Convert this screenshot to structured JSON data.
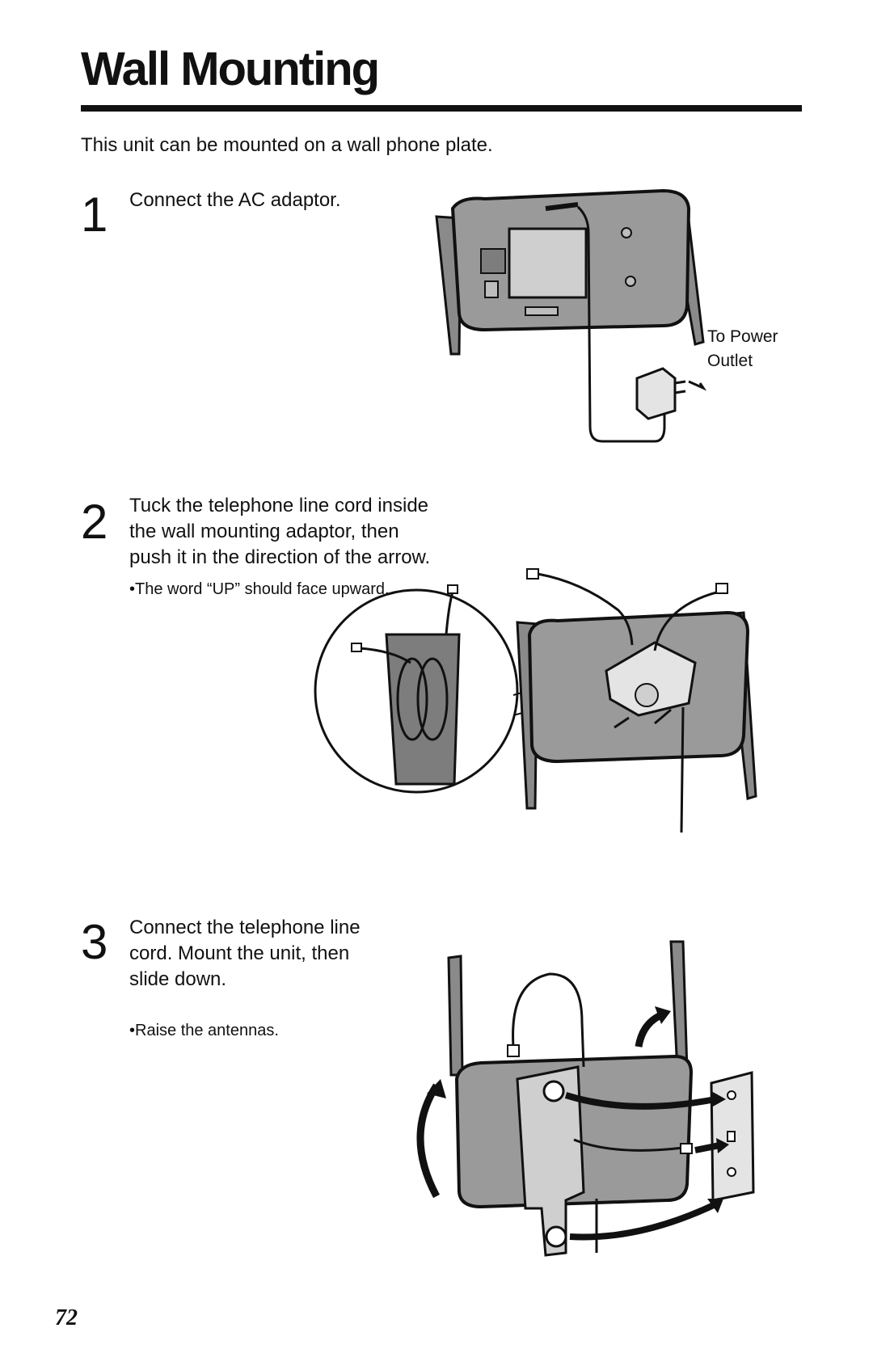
{
  "page": {
    "title": "Wall Mounting",
    "intro": "This unit can be mounted on a wall phone plate.",
    "page_number": "72"
  },
  "steps": [
    {
      "number": "1",
      "text": "Connect the AC adaptor.",
      "labels": [
        "To Power",
        "Outlet"
      ]
    },
    {
      "number": "2",
      "lines": [
        "Tuck the telephone line cord inside",
        "the wall mounting adaptor, then",
        "push it in the direction of the arrow."
      ],
      "note": "•The word “UP” should face upward."
    },
    {
      "number": "3",
      "lines": [
        "Connect the telephone line",
        "cord. Mount the unit, then",
        "slide down."
      ],
      "note": "•Raise the antennas."
    }
  ],
  "colors": {
    "ink": "#111111",
    "body_gray": "#9a9a9a",
    "dark_gray": "#6e6e6e",
    "light_gray": "#cfcfcf"
  }
}
